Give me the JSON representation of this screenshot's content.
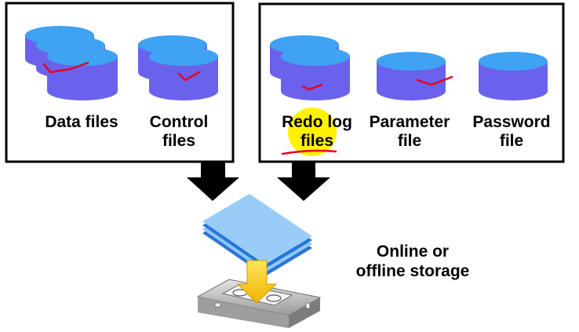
{
  "groups": {
    "left": {
      "data_files": {
        "line1": "Data files"
      },
      "control_files": {
        "line1": "Control",
        "line2": "files"
      }
    },
    "right": {
      "redo_log_files": {
        "line1": "Redo log",
        "line2": "files"
      },
      "parameter_file": {
        "line1": "Parameter",
        "line2": "file"
      },
      "password_file": {
        "line1": "Password",
        "line2": "file"
      }
    }
  },
  "storage": {
    "line1": "Online or",
    "line2": "offline storage"
  },
  "colors": {
    "disk_top": "#3fa2f2",
    "disk_body": "#6b62ec",
    "annotation_red": "#e6001e",
    "highlight_yellow": "#fff200",
    "arrow_black": "#000000",
    "paper_light": "#8dc8f6",
    "paper_dark": "#2a74d8",
    "storage_arrow": "#f5c400",
    "cartridge": "#c8c8c8"
  }
}
